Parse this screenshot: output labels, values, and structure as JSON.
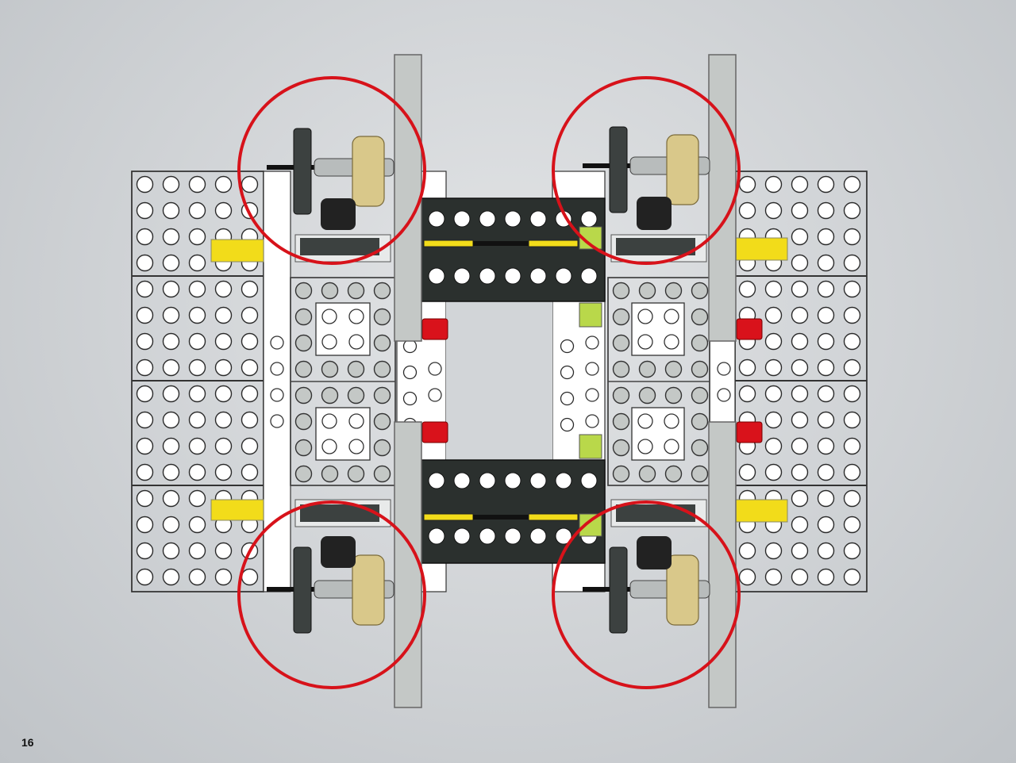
{
  "page": {
    "number": "16"
  },
  "illustration": {
    "callouts": [
      "red-circle-top-left",
      "red-circle-top-right",
      "red-circle-bottom-left",
      "red-circle-bottom-right"
    ],
    "colors": {
      "background": "#d4d7da",
      "plate": "#ffffff",
      "light_gray_part": "#c4c8c6",
      "dark_beam": "#2b302e",
      "yellow_part": "#f2dc1a",
      "red_pin": "#d9121b",
      "lime_part": "#b9d84a",
      "tan_gear": "#d9c88a",
      "dark_gear": "#3c4140",
      "callout_circle": "#d7121a"
    }
  }
}
